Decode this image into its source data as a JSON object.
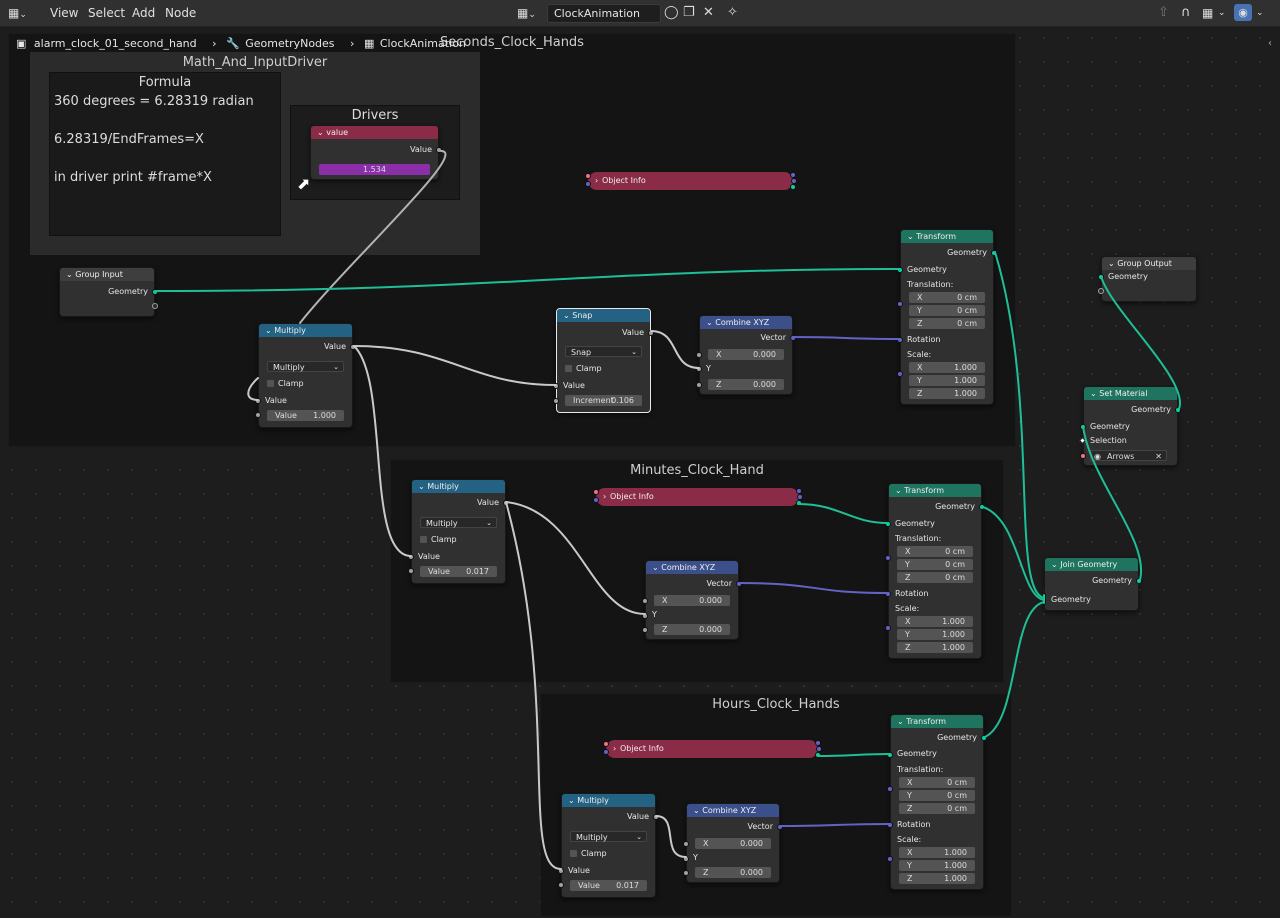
{
  "header": {
    "menus": [
      "View",
      "Select",
      "Add",
      "Node"
    ],
    "node_tree_name": "ClockAnimation",
    "editor_icon": "node-editor-icon"
  },
  "breadcrumb": {
    "object": "alarm_clock_01_second_hand",
    "modifier": "GeometryNodes",
    "tree": "ClockAnimation"
  },
  "frames": {
    "seconds": "Seconds_Clock_Hands",
    "math": "Math_And_InputDriver",
    "minutes": "Minutes_Clock_Hand",
    "hours": "Hours_Clock_Hands"
  },
  "notes": {
    "formula_title": "Formula",
    "formula_lines": [
      "360 degrees = 6.28319 radian",
      "6.28319/EndFrames=X",
      "in driver print #frame*X"
    ],
    "drivers_title": "Drivers"
  },
  "nodes": {
    "value_node": {
      "title": "value",
      "output": "Value",
      "value": "1.534"
    },
    "group_input": {
      "title": "Group Input",
      "output": "Geometry"
    },
    "group_output": {
      "title": "Group Output",
      "input": "Geometry"
    },
    "object_info": {
      "title": "Object Info"
    },
    "multiply": {
      "title": "Multiply",
      "output": "Value",
      "operation": "Multiply",
      "clamp": "Clamp",
      "input_label": "Value",
      "second_label": "Value",
      "values": {
        "seconds": "1.000",
        "minutes": "0.017",
        "hours": "0.017"
      }
    },
    "snap": {
      "title": "Snap",
      "output": "Value",
      "operation": "Snap",
      "clamp": "Clamp",
      "input_label": "Value",
      "increment_label": "Increment",
      "increment": "0.106"
    },
    "combine": {
      "title": "Combine XYZ",
      "output": "Vector",
      "x_label": "X",
      "y_label": "Y",
      "z_label": "Z",
      "x": "0.000",
      "z": "0.000"
    },
    "transform": {
      "title": "Transform",
      "output": "Geometry",
      "input": "Geometry",
      "translation": "Translation:",
      "rotation": "Rotation",
      "scale": "Scale:",
      "x": "X",
      "y": "Y",
      "z": "Z",
      "t_value": "0 cm",
      "s_value": "1.000"
    },
    "join": {
      "title": "Join Geometry",
      "output": "Geometry",
      "input": "Geometry"
    },
    "set_material": {
      "title": "Set Material",
      "output": "Geometry",
      "input": "Geometry",
      "selection": "Selection",
      "material": "Arrows"
    }
  },
  "colors": {
    "geometry_socket": "#00d6a3",
    "vector_socket": "#6363c7",
    "float_socket": "#a1a1a1",
    "math_header": "#246283",
    "vector_header": "#3b4f8a",
    "geometry_header": "#1f7460",
    "driver_header": "#8a2c48"
  }
}
